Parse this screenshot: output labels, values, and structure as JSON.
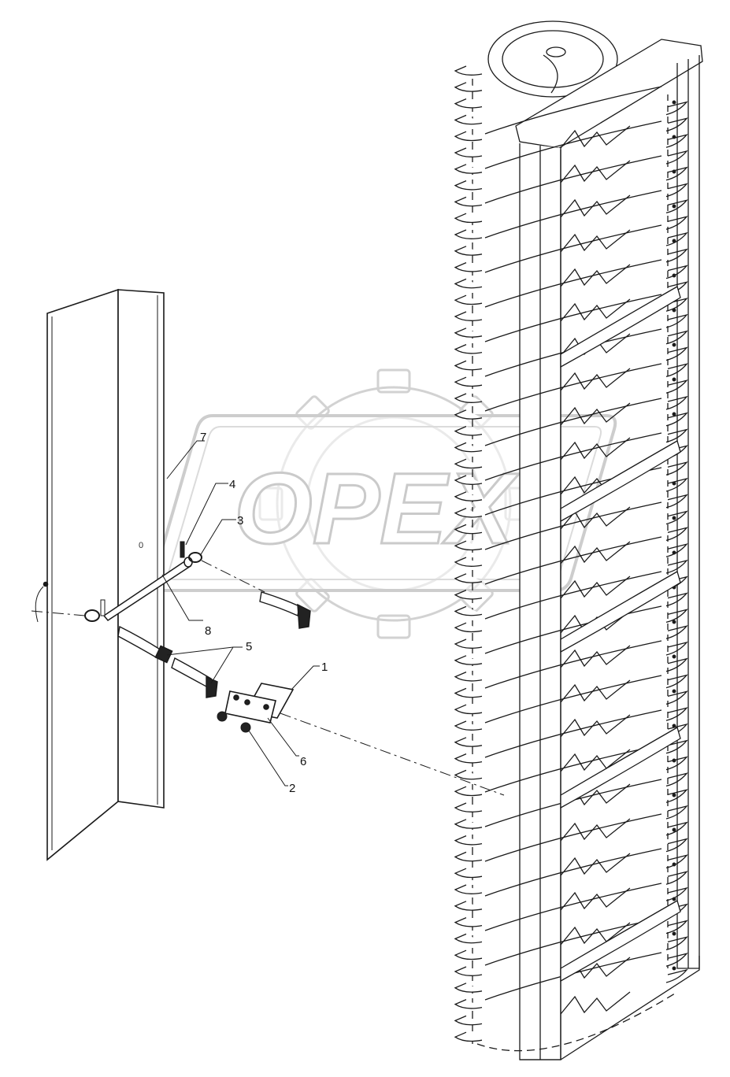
{
  "watermark": {
    "text": "OPEX",
    "color": "#bfbfbf"
  },
  "callouts": [
    {
      "id": "c1",
      "label": "1"
    },
    {
      "id": "c2",
      "label": "2"
    },
    {
      "id": "c3",
      "label": "3"
    },
    {
      "id": "c4",
      "label": "4"
    },
    {
      "id": "c5",
      "label": "5"
    },
    {
      "id": "c6",
      "label": "6"
    },
    {
      "id": "c7",
      "label": "7"
    },
    {
      "id": "c8",
      "label": "8"
    }
  ],
  "panel": {
    "hole_label": "0"
  },
  "colors": {
    "line": "#1a1a1a",
    "part_fill": "#ffffff",
    "dark_part": "#222222"
  }
}
